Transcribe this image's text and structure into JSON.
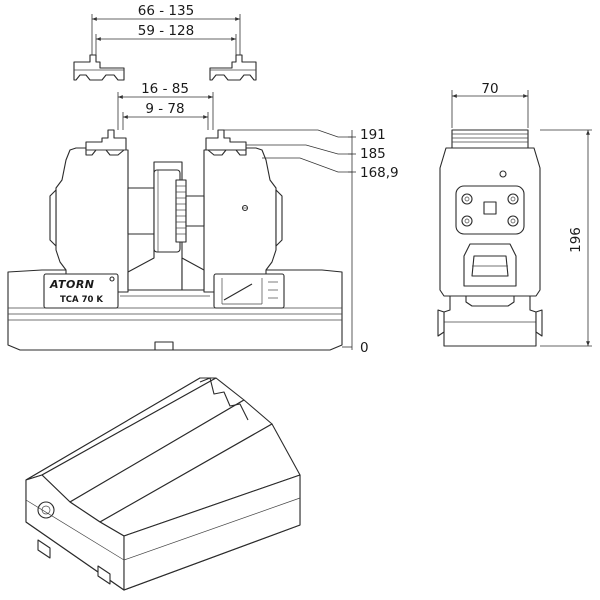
{
  "dimensions": {
    "top_outer": "66 - 135",
    "top_inner": "59 - 128",
    "mid_outer": "16 - 85",
    "mid_inner": "9 - 78",
    "height_191": "191",
    "height_185": "185",
    "height_168": "168,9",
    "height_0": "0",
    "side_width": "70",
    "side_height": "196"
  },
  "labels": {
    "brand": "ATORN",
    "model": "TCA 70 K"
  }
}
